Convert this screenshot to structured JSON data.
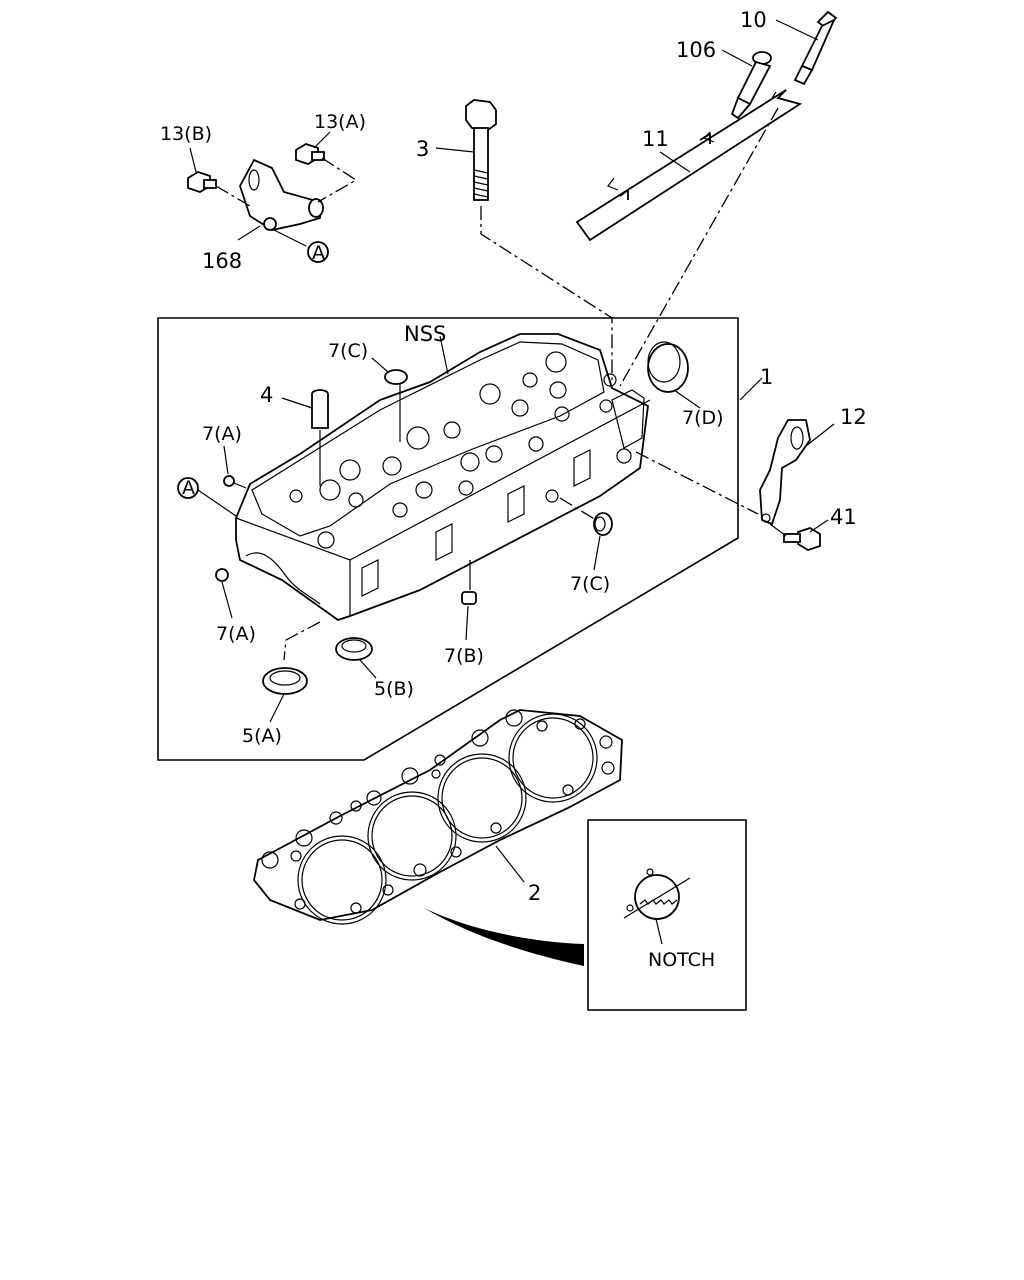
{
  "labels": {
    "p10": "10",
    "p106": "106",
    "p11": "11",
    "p3": "3",
    "p13b": "13(B)",
    "p13a": "13(A)",
    "p168": "168",
    "ref_a_top": "A",
    "p1": "1",
    "p12": "12",
    "p41": "41",
    "nss": "NSS",
    "p7c_top": "7(C)",
    "p4": "4",
    "p7a_upper": "7(A)",
    "ref_a_mid": "A",
    "p7a_lower": "7(A)",
    "p7d": "7(D)",
    "p7c_right": "7(C)",
    "p7b": "7(B)",
    "p5b": "5(B)",
    "p5a": "5(A)",
    "p2": "2",
    "notch": "NOTCH"
  }
}
